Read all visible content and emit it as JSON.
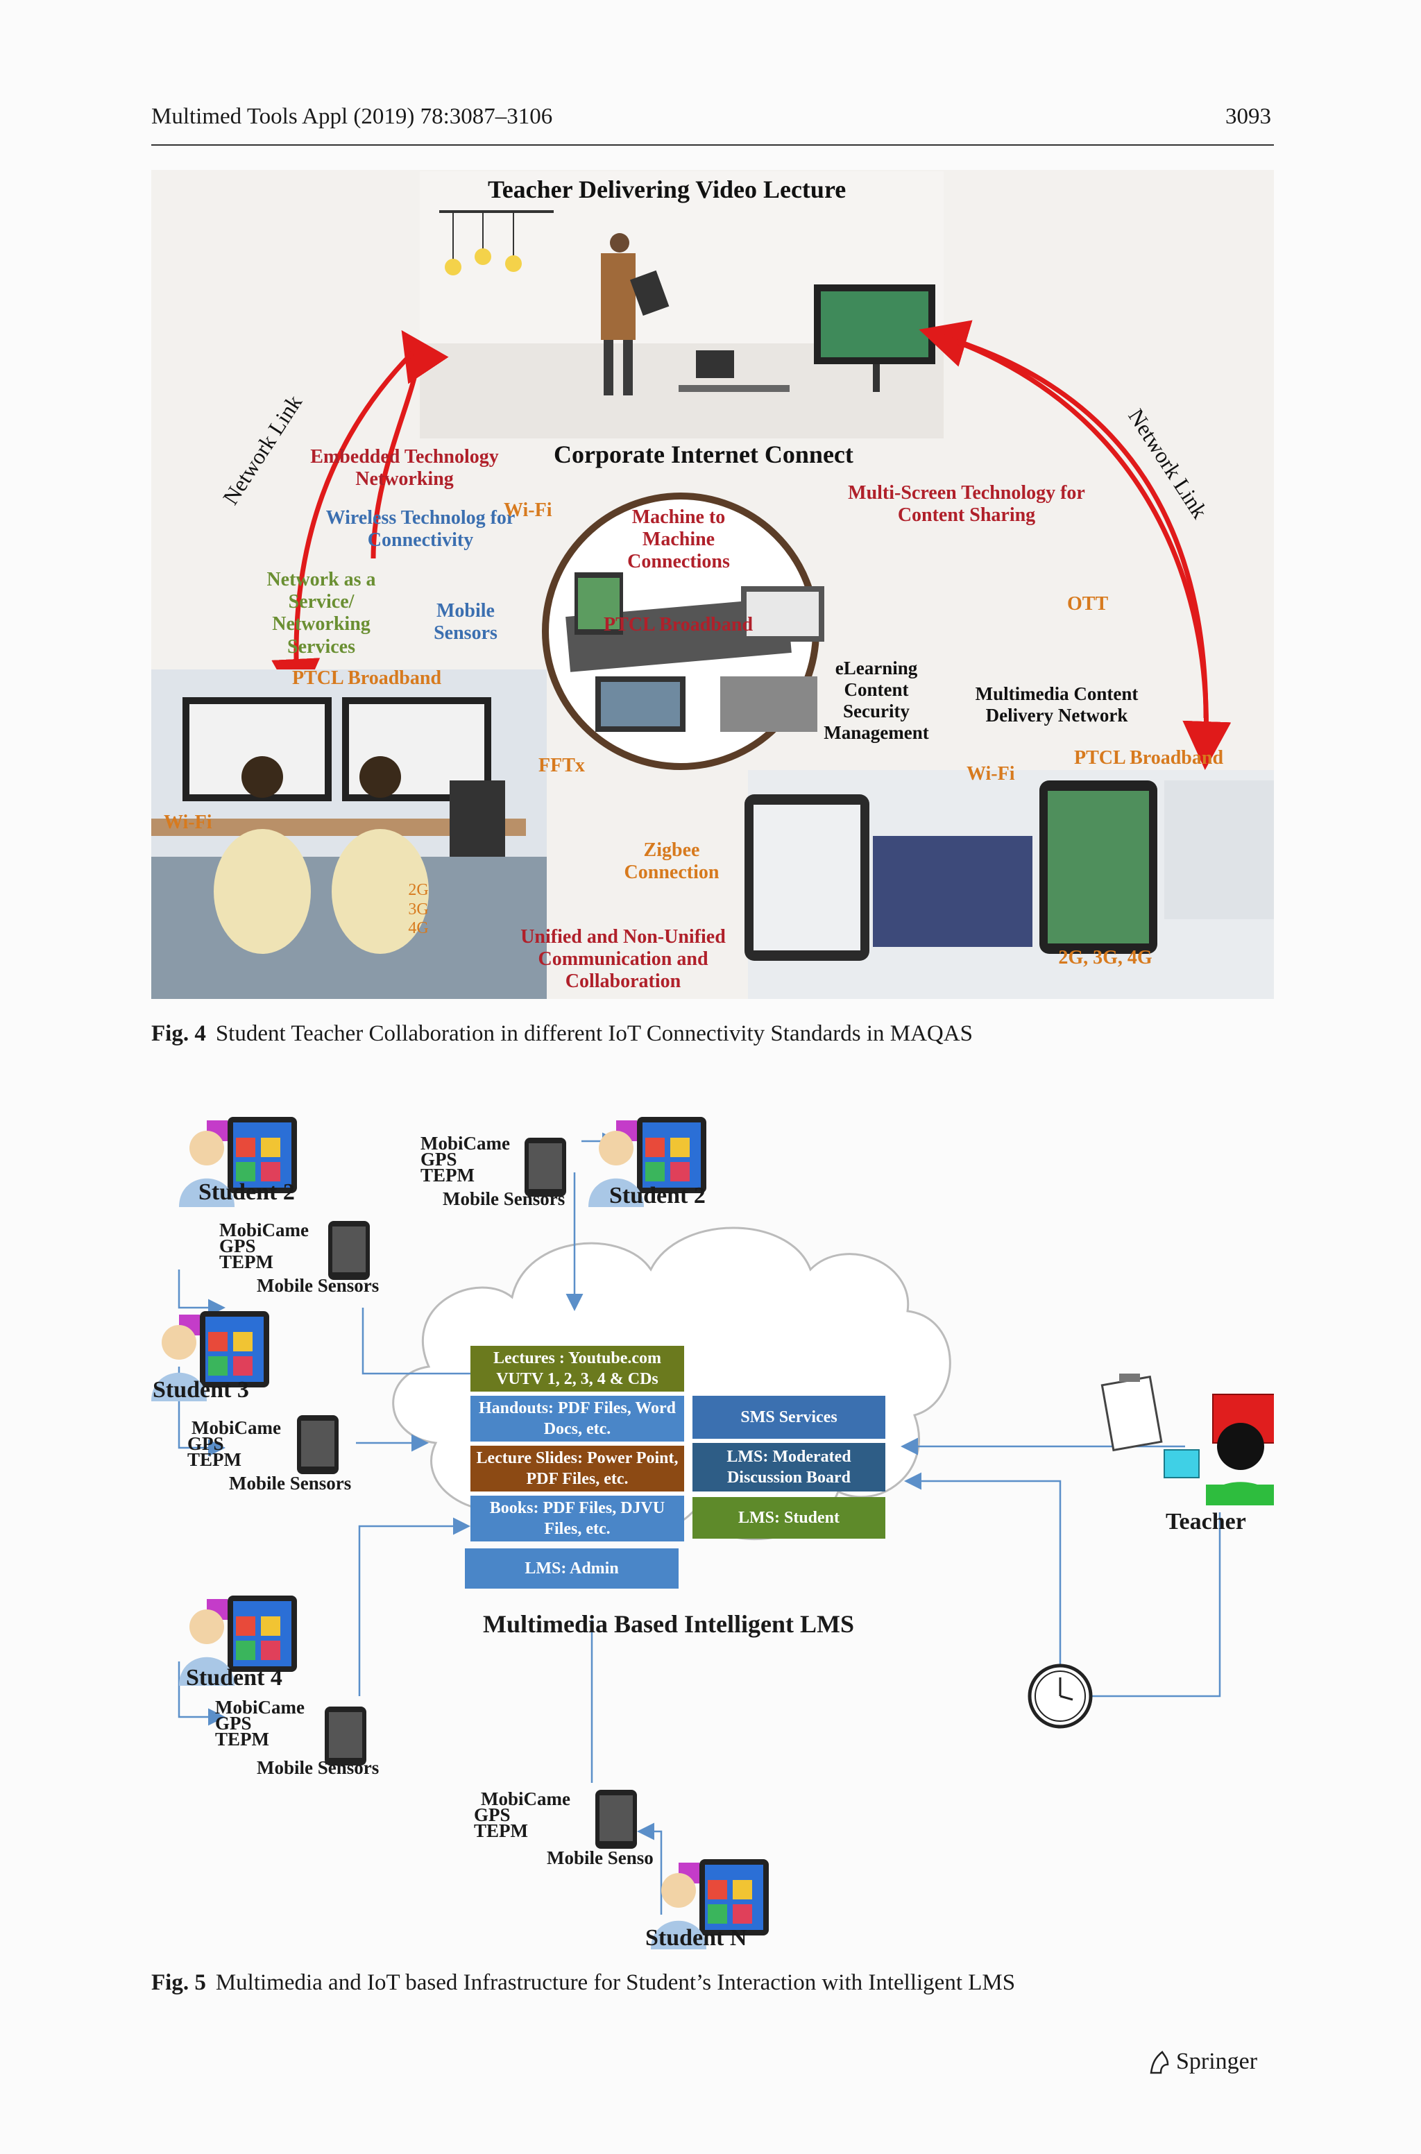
{
  "header": {
    "journal": "Multimed Tools Appl (2019) 78:3087–3106",
    "page": "3093"
  },
  "fig4": {
    "top_title": "Teacher Delivering Video Lecture",
    "center_title": "Corporate Internet Connect",
    "network_link_left": "Network Link",
    "network_link_right": "Network Link",
    "labels": {
      "embedded": "Embedded Technology Networking",
      "wireless": "Wireless Technolog for Connectivity",
      "wifi1": "Wi-Fi",
      "naas": "Network as a Service/ Networking Services",
      "mobile_sensors": "Mobile Sensors",
      "ptcl1": "PTCL Broadband",
      "m2m": "Machine to Machine Connections",
      "ptcl_center": "PTCL Broadband",
      "multiscreen": "Multi-Screen Technology for Content Sharing",
      "ott": "OTT",
      "elearning": "eLearning Content Security Management",
      "mcdn": "Multimedia Content Delivery Network",
      "wifi_right": "Wi-Fi",
      "ptcl_right": "PTCL Broadband",
      "fftx": "FFTx",
      "wifi_left": "Wi-Fi",
      "g234": "2G 3G 4G",
      "zigbee": "Zigbee Connection",
      "unified": "Unified and Non-Unified Communication and Collaboration",
      "g234_right": "2G, 3G, 4G"
    },
    "caption_label": "Fig. 4",
    "caption_text": "Student Teacher Collaboration in different IoT Connectivity Standards in MAQAS"
  },
  "fig5": {
    "students": [
      "Student 2",
      "Student 2",
      "Student 3",
      "Student 4",
      "Student N"
    ],
    "teacher": "Teacher",
    "sensor_lines": [
      "MobiCame",
      "GPS",
      "TEPM",
      "Mobile Sensors"
    ],
    "sensor_cut": "Mobile Senso",
    "lms_left": [
      {
        "text": "Lectures : Youtube.com VUTV 1, 2, 3, 4 & CDs",
        "color": "#6b7a1e"
      },
      {
        "text": "Handouts: PDF Files, Word Docs, etc.",
        "color": "#4a86c8"
      },
      {
        "text": "Lecture Slides: Power Point, PDF Files, etc.",
        "color": "#8c4a14"
      },
      {
        "text": "Books: PDF Files, DJVU Files, etc.",
        "color": "#4a86c8"
      },
      {
        "text": "LMS: Admin",
        "color": "#4a86c8"
      }
    ],
    "lms_right": [
      {
        "text": "SMS Services",
        "color": "#3b70b0"
      },
      {
        "text": "LMS: Moderated Discussion Board",
        "color": "#2e5d86"
      },
      {
        "text": "LMS: Student",
        "color": "#5e8a2a"
      }
    ],
    "lms_title": "Multimedia Based Intelligent LMS",
    "caption_label": "Fig. 5",
    "caption_text": "Multimedia and IoT based Infrastructure for Student’s Interaction with Intelligent LMS"
  },
  "footer": {
    "publisher": "Springer"
  }
}
